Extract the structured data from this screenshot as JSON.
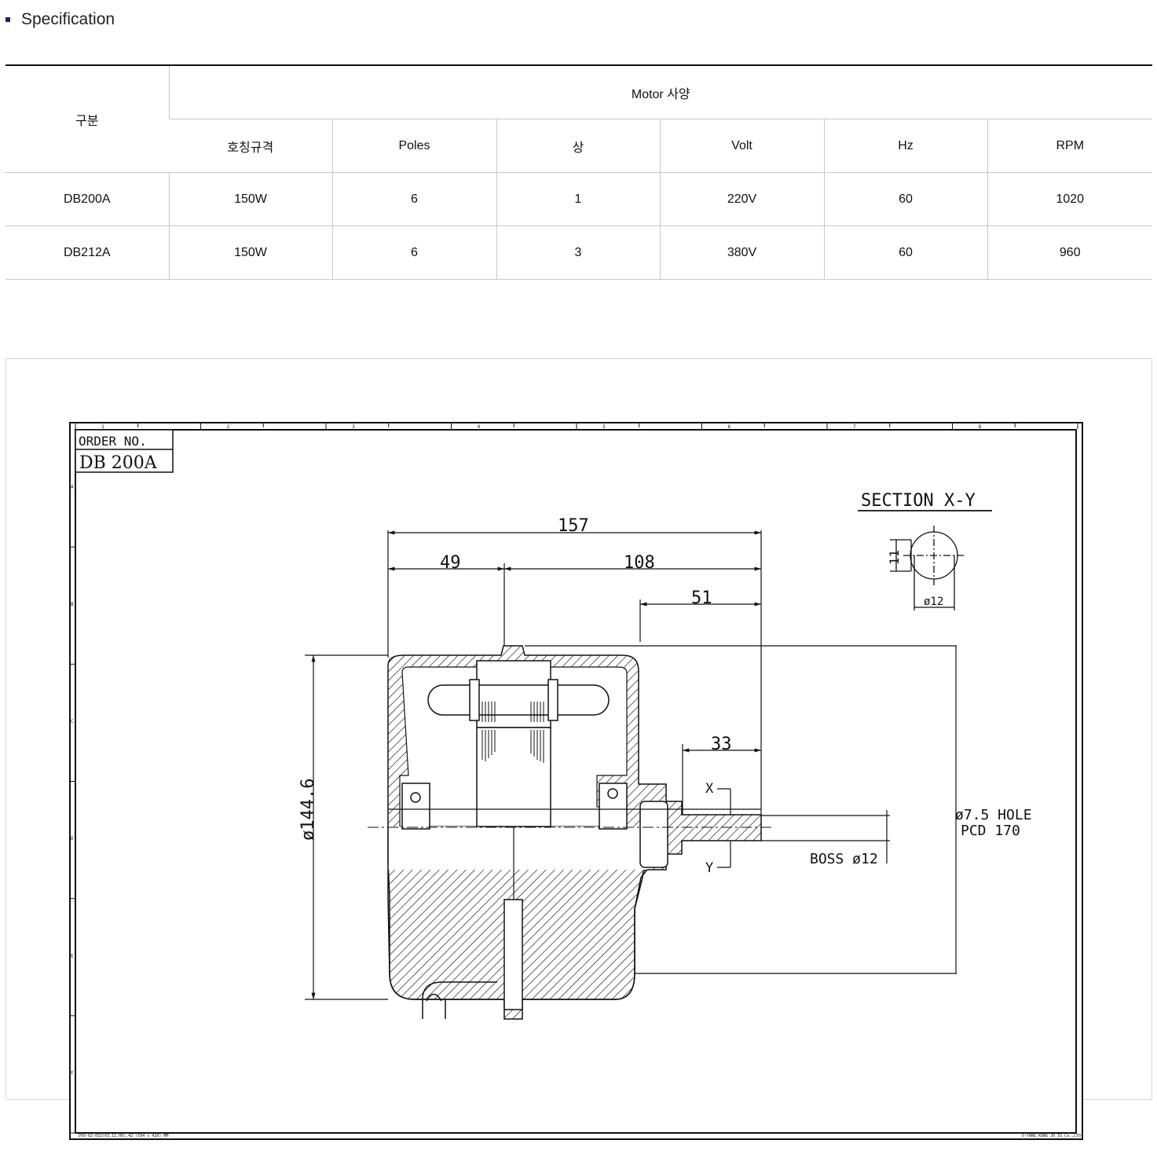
{
  "section": {
    "title": "Specification",
    "bullet_color": "#1d1f6b"
  },
  "table": {
    "group_header": "구분",
    "motor_header": "Motor 사양",
    "columns": [
      "호칭규격",
      "Poles",
      "상",
      "Volt",
      "Hz",
      "RPM"
    ],
    "rows": [
      {
        "model": "DB200A",
        "cells": [
          "150W",
          "6",
          "1",
          "220V",
          "60",
          "1020"
        ]
      },
      {
        "model": "DB212A",
        "cells": [
          "150W",
          "6",
          "3",
          "380V",
          "60",
          "960"
        ]
      }
    ]
  },
  "drawing": {
    "order_label": "ORDER NO.",
    "order_value": "DB 200A",
    "section_label": "SECTION X-Y",
    "dimensions": {
      "overall": "157",
      "left": "49",
      "right": "108",
      "mid": "51",
      "shaft": "33",
      "diameter": "ø144.6",
      "section_height": "11",
      "section_dia": "ø12"
    },
    "notes": {
      "hole": "ø7.5 HOLE",
      "pcd": "PCD 170",
      "boss": "BOSS ø12",
      "x": "X",
      "y": "Y"
    },
    "frame_cols": [
      "1",
      "2",
      "3",
      "4",
      "5",
      "6",
      "7",
      "8"
    ],
    "frame_rows": [
      "A",
      "B",
      "C",
      "D",
      "E",
      "F"
    ],
    "footer_left": "DYD-02-032(03.11.06),42 (594 x 420) MM",
    "footer_right": "O-YANG KONG JO IG Co.,LTD."
  }
}
